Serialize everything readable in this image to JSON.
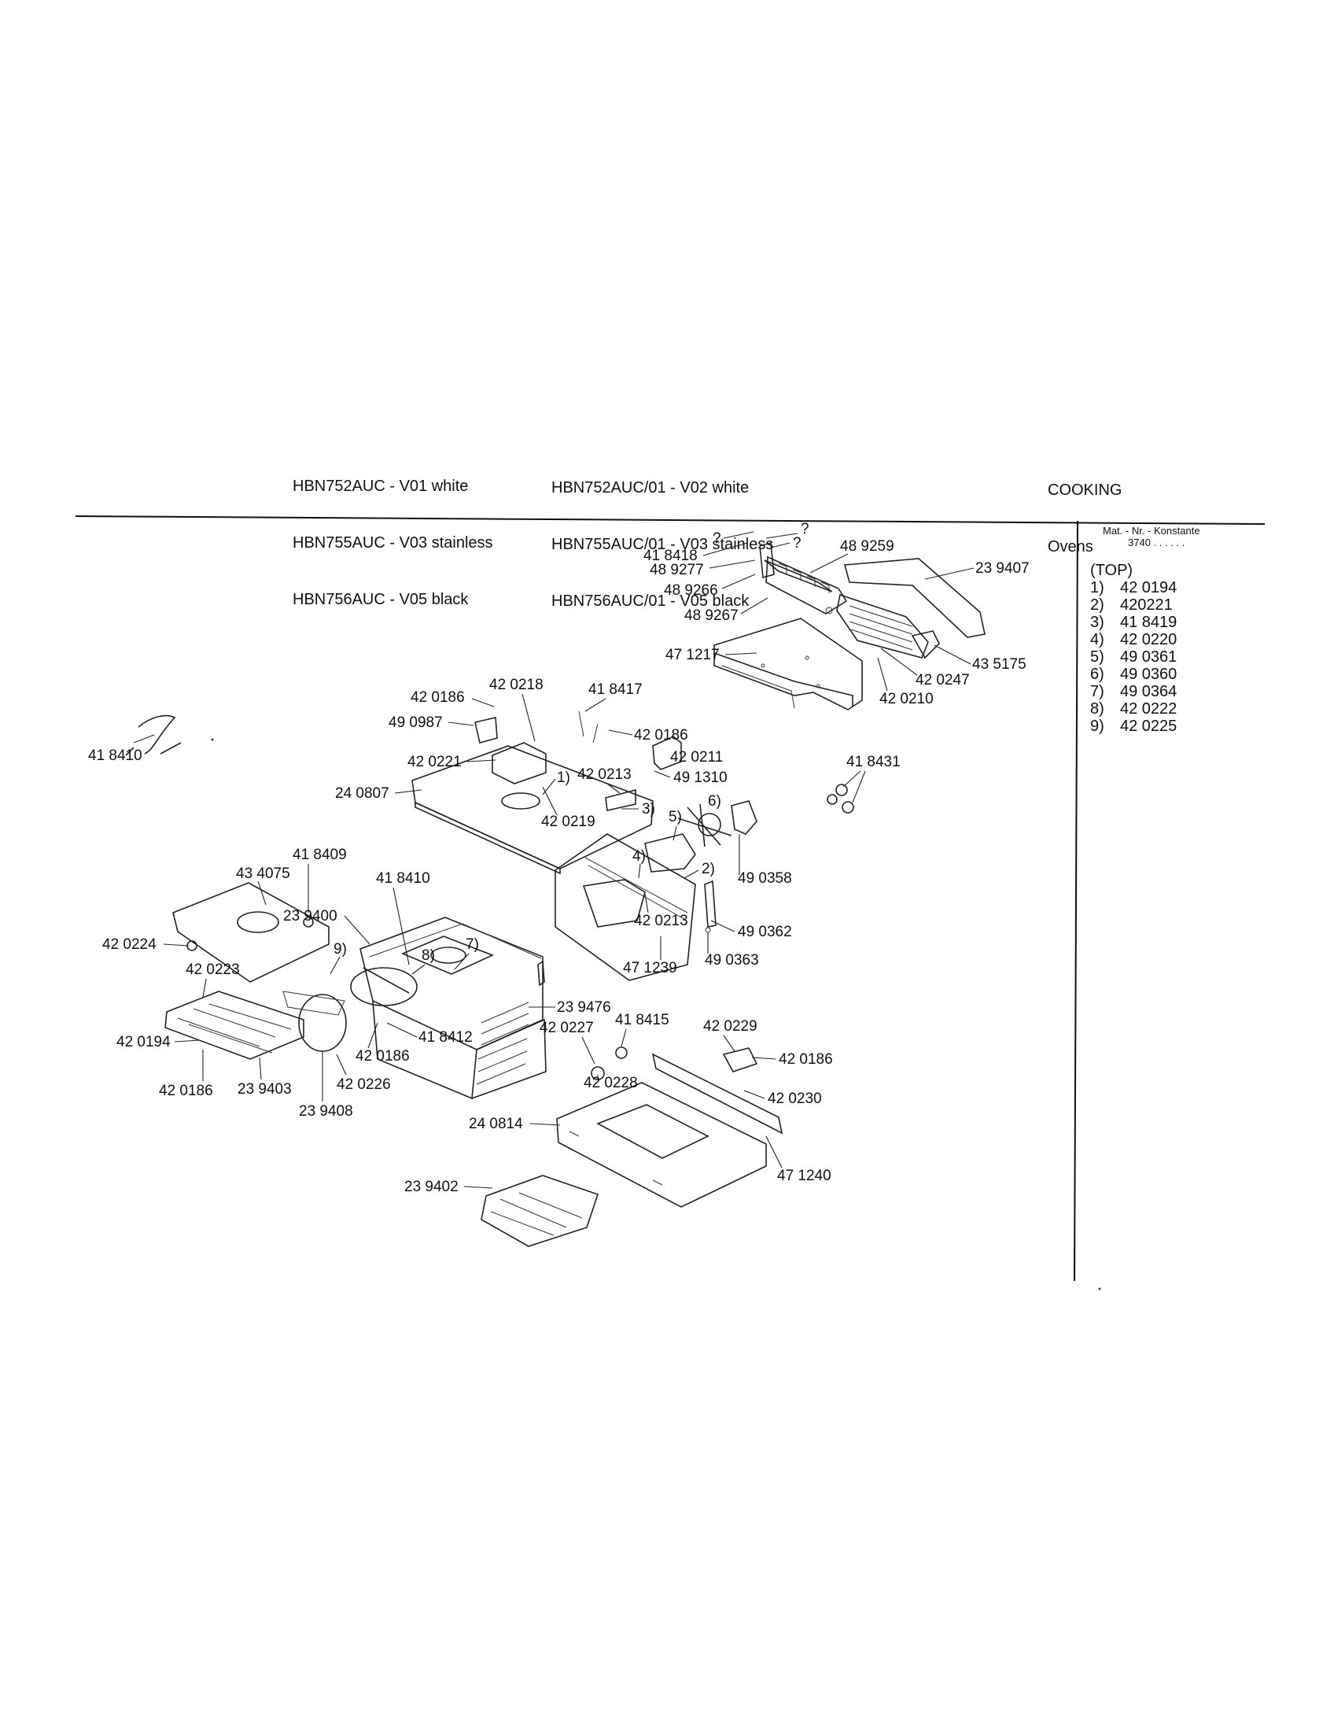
{
  "header": {
    "models_left": [
      "HBN752AUC - V01 white",
      "HBN755AUC - V03 stainless",
      "HBN756AUC - V05 black"
    ],
    "models_right": [
      "HBN752AUC/01 - V02 white",
      "HBN755AUC/01 - V03 stainless",
      "HBN756AUC/01 - V05 black"
    ],
    "category": "COOKING",
    "subcategory": "Ovens"
  },
  "sidebar": {
    "mat_label": "Mat. - Nr. - Konstante",
    "mat_value": "3740 . .   . . . .",
    "top_label": "(TOP)",
    "items": [
      {
        "n": "1)",
        "part": "42 0194"
      },
      {
        "n": "2)",
        "part": "420221"
      },
      {
        "n": "3)",
        "part": "41 8419"
      },
      {
        "n": "4)",
        "part": "42 0220"
      },
      {
        "n": "5)",
        "part": "49 0361"
      },
      {
        "n": "6)",
        "part": "49 0360"
      },
      {
        "n": "7)",
        "part": "49 0364"
      },
      {
        "n": "8)",
        "part": "42 0222"
      },
      {
        "n": "9)",
        "part": "42 0225"
      }
    ]
  },
  "callouts": {
    "q1": "?",
    "q2": "?",
    "q3": "?",
    "c418418": "41 8418",
    "c489277": "48 9277",
    "c489266": "48 9266",
    "c489267": "48 9267",
    "c489259": "48 9259",
    "c239407": "23 9407",
    "c471217": "47 1217",
    "c435175": "43 5175",
    "c420247": "42 0247",
    "c420210": "42 0210",
    "c420218": "42 0218",
    "c420186a": "42 0186",
    "c418417": "41 8417",
    "c490987": "49 0987",
    "c420186b": "42 0186",
    "c420221": "42 0221",
    "c420213a": "42 0213",
    "c420211": "42 0211",
    "c491310": "49 1310",
    "c240807": "24 0807",
    "c420219": "42 0219",
    "m1": "1)",
    "m3": "3)",
    "m4": "4)",
    "m5": "5)",
    "m6": "6)",
    "m2": "2)",
    "m7": "7)",
    "m8": "8)",
    "m9": "9)",
    "c418431": "41 8431",
    "c418410a": "41 8410",
    "c418409": "41 8409",
    "c434075": "43 4075",
    "c418410b": "41 8410",
    "c239400": "23 9400",
    "c490358": "49 0358",
    "c420213b": "42 0213",
    "c490362": "49 0362",
    "c471239": "47 1239",
    "c490363": "49 0363",
    "c420224": "42 0224",
    "c420223": "42 0223",
    "c239476": "23 9476",
    "c418412": "41 8412",
    "c420194": "42 0194",
    "c420186c": "42 0186",
    "c420186d": "42 0186",
    "c239403": "23 9403",
    "c420226": "42 0226",
    "c239408": "23 9408",
    "c420227": "42 0227",
    "c418415": "41 8415",
    "c420229": "42 0229",
    "c420186e": "42 0186",
    "c420228": "42 0228",
    "c420230": "42 0230",
    "c240814": "24 0814",
    "c471240": "47 1240",
    "c239402": "23 9402"
  }
}
